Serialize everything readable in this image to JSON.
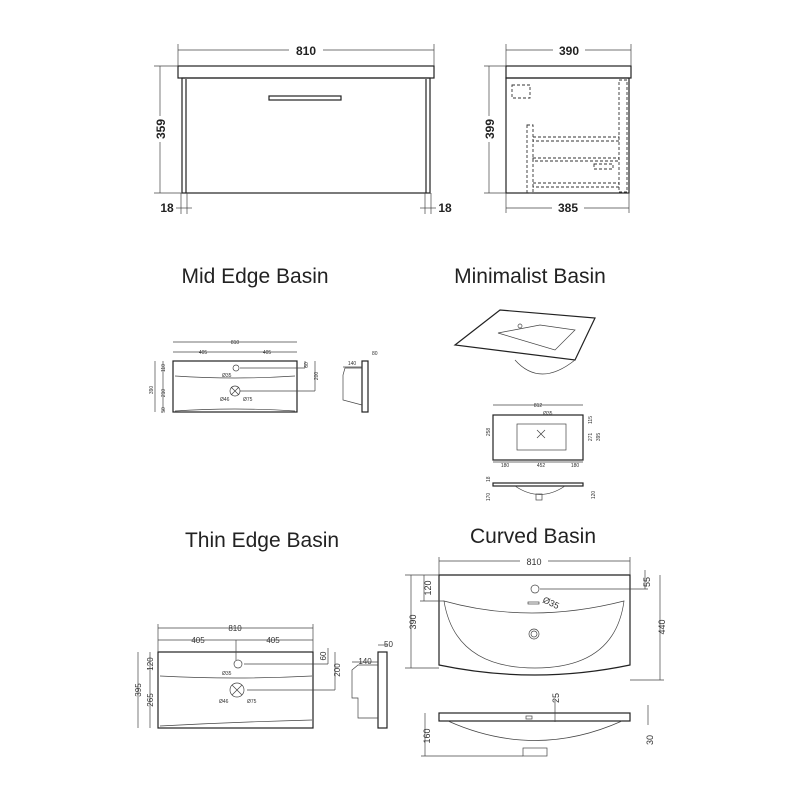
{
  "cabinet": {
    "front": {
      "width": "810",
      "height": "359",
      "left_gap": "18",
      "right_gap": "18"
    },
    "side": {
      "top_depth": "390",
      "height": "399",
      "bottom_depth": "385"
    }
  },
  "basins": {
    "mid_edge": {
      "title": "Mid Edge Basin",
      "width": "810",
      "half_left": "405",
      "half_right": "405",
      "depth": "390",
      "d1": "110",
      "d2": "210",
      "d3": "50",
      "tap_offset": "60",
      "waste_offset": "200",
      "tap_hole": "Ø35",
      "waste_46": "Ø46",
      "waste_75": "Ø75",
      "side_depth": "140",
      "side_thickness": "80"
    },
    "minimalist": {
      "title": "Minimalist Basin",
      "width": "812",
      "left": "180",
      "bowl": "452",
      "right": "180",
      "d_top": "115",
      "d_bowl": "271",
      "d_total": "395",
      "d_left": "258",
      "thickness": "18",
      "depth": "120",
      "overall": "170",
      "tap_hole": "Ø35"
    },
    "thin_edge": {
      "title": "Thin Edge Basin",
      "width": "810",
      "half_left": "405",
      "half_right": "405",
      "depth": "395",
      "d1": "120",
      "d2": "265",
      "tap_offset": "60",
      "waste_offset": "200",
      "tap_hole": "Ø35",
      "waste_46": "Ø46",
      "waste_75": "Ø75",
      "side_depth": "140",
      "side_thickness": "50"
    },
    "curved": {
      "title": "Curved Basin",
      "width": "810",
      "d_tap": "120",
      "depth": "390",
      "tap_offset": "55",
      "overall": "440",
      "tap_hole": "Ø35",
      "overflow": "25",
      "height": "160",
      "rim": "30"
    }
  }
}
